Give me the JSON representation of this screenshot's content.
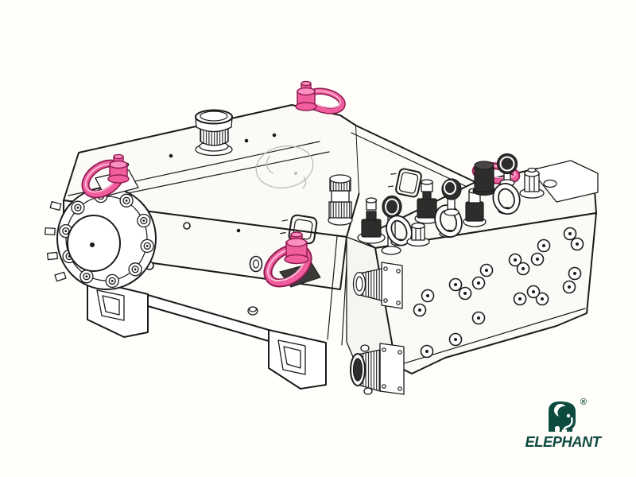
{
  "page": {
    "background": "#fffefb"
  },
  "illustration": {
    "subject": "isometric-line-drawing-of-high-pressure-plunger-pump-on-skid",
    "line_color": "#1b1b1b",
    "highlight_color": "#f25e9d",
    "watermark_color": "#bdbcb2",
    "parts": [
      "skid-base-with-lifting-slots",
      "crankcase",
      "crankshaft-end-cover-flange",
      "breather-filler-cap",
      "elephant-watermark",
      "swivel-lifting-eyes-pink",
      "fluid-end-block",
      "valve-caps",
      "pressure-gauges",
      "clamp-rings",
      "discharge-connection",
      "suction-connection"
    ]
  },
  "logo": {
    "brand": "ELEPHANT",
    "registered_mark": "®",
    "color": "#0d4a3f"
  }
}
